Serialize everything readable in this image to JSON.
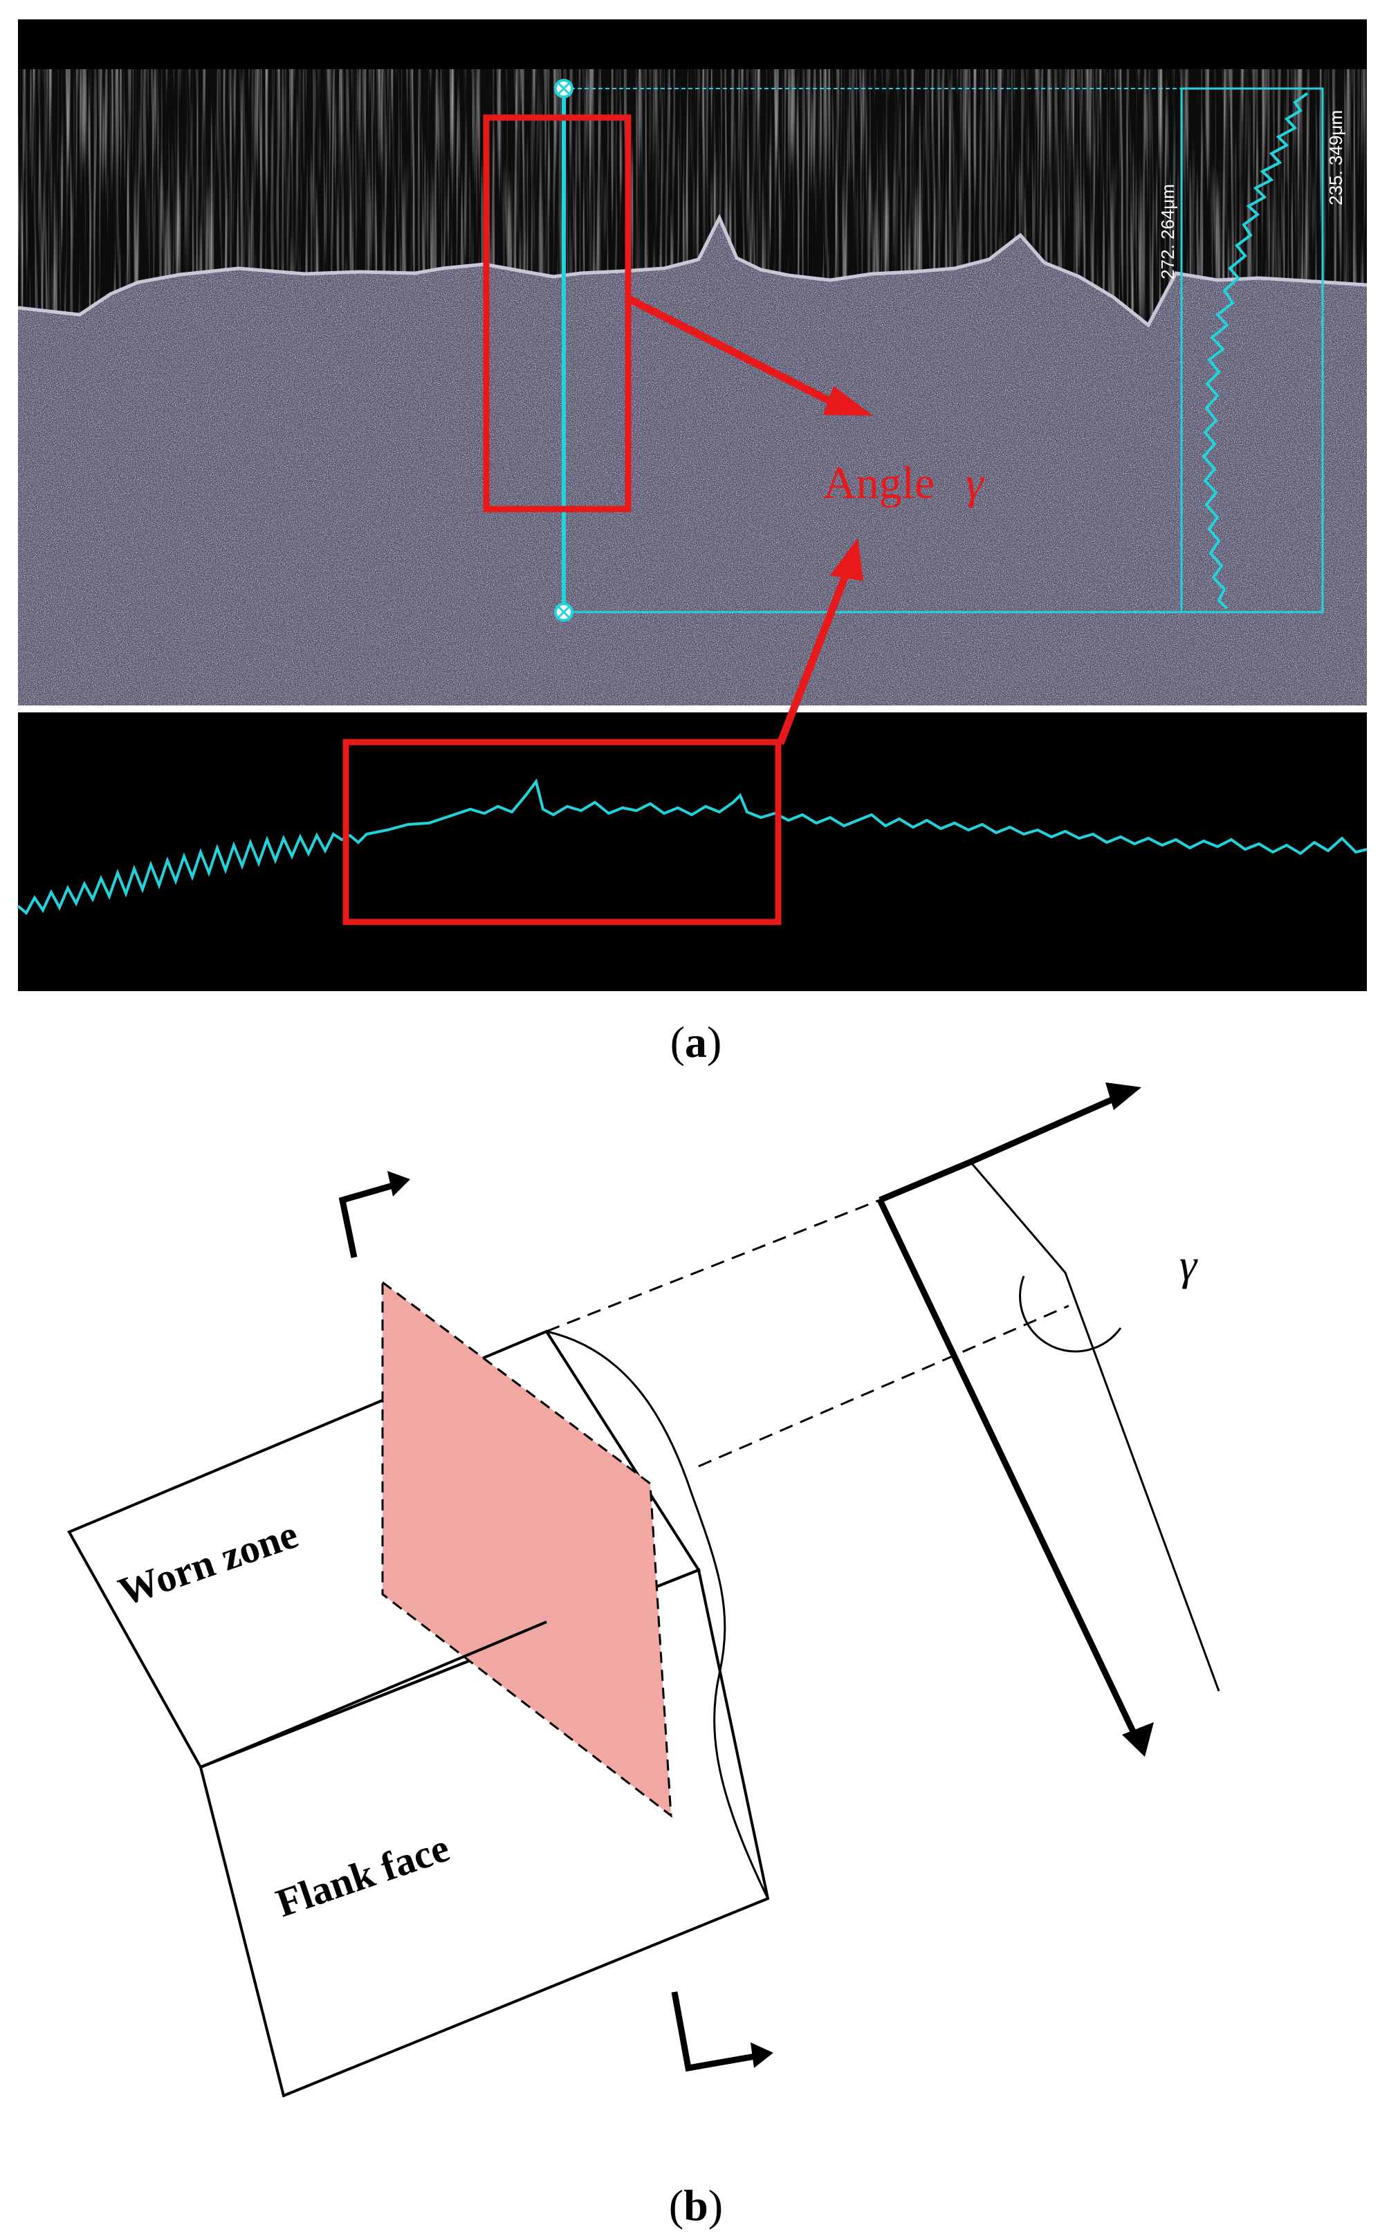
{
  "panel_a": {
    "caption_open": "(",
    "caption_letter": "a",
    "caption_close": ")",
    "measure_left": "272. 264μm",
    "measure_right": "235. 349μm",
    "annotation_word": "Angle",
    "annotation_symbol": "γ",
    "colors": {
      "cyan": "#22d3dc",
      "red": "#e8191b",
      "image_bg": "#000000",
      "sample_surface": "#5f5d78"
    }
  },
  "panel_b": {
    "caption_open": "(",
    "caption_letter": "b",
    "caption_close": ")",
    "worn_zone_label": "Worn zone",
    "flank_face_label": "Flank face",
    "angle_symbol": "γ",
    "colors": {
      "section_fill": "#f2a8a2",
      "line": "#000000"
    }
  }
}
